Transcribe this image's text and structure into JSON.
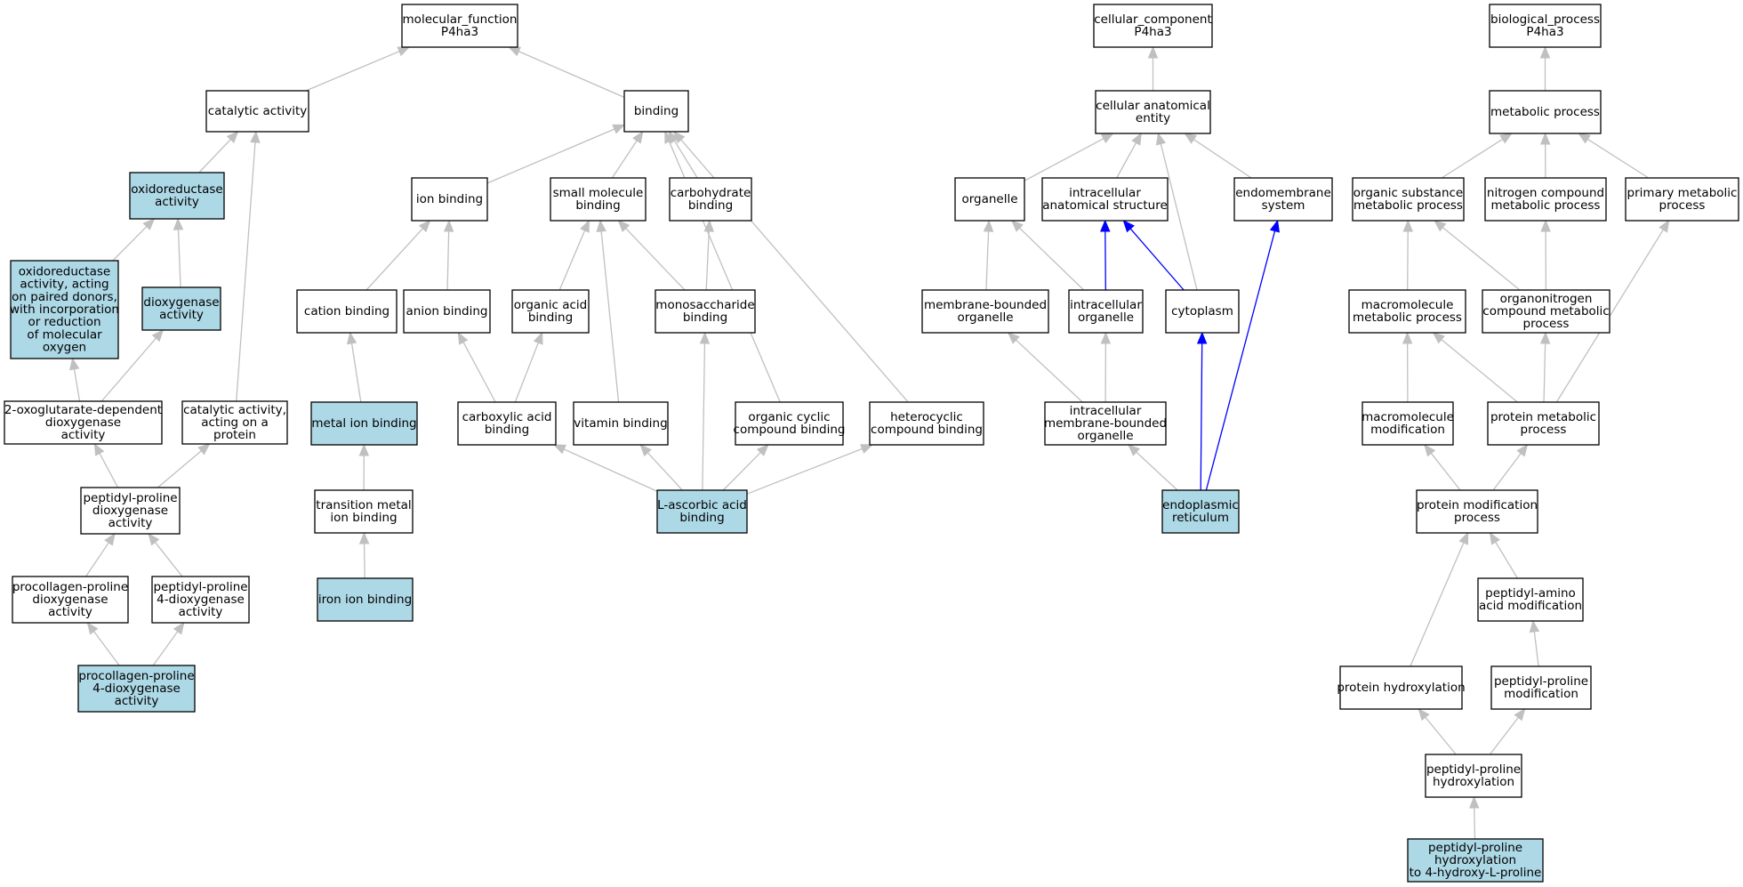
{
  "colors": {
    "plain_fill": "#ffffff",
    "highlight_fill": "#add8e6",
    "edge_gray": "#c0c0c0",
    "edge_blue": "#0000ff"
  },
  "nodes": [
    {
      "id": "mf",
      "lines": [
        "molecular_function",
        "P4ha3"
      ],
      "highlight": false
    },
    {
      "id": "catalytic",
      "lines": [
        "catalytic activity"
      ],
      "highlight": false
    },
    {
      "id": "binding",
      "lines": [
        "binding"
      ],
      "highlight": false
    },
    {
      "id": "oxidoreductase",
      "lines": [
        "oxidoreductase",
        "activity"
      ],
      "highlight": true
    },
    {
      "id": "oxpaired",
      "lines": [
        "oxidoreductase",
        "activity, acting",
        "on paired donors,",
        "with incorporation",
        "or reduction",
        "of molecular",
        "oxygen"
      ],
      "highlight": true
    },
    {
      "id": "dioxygenase",
      "lines": [
        "dioxygenase",
        "activity"
      ],
      "highlight": true
    },
    {
      "id": "oxoglut",
      "lines": [
        "2-oxoglutarate-dependent",
        "dioxygenase",
        "activity"
      ],
      "highlight": false
    },
    {
      "id": "catprotein",
      "lines": [
        "catalytic activity,",
        "acting on a",
        "protein"
      ],
      "highlight": false
    },
    {
      "id": "ppdiox",
      "lines": [
        "peptidyl-proline",
        "dioxygenase",
        "activity"
      ],
      "highlight": false
    },
    {
      "id": "procdiox",
      "lines": [
        "procollagen-proline",
        "dioxygenase",
        "activity"
      ],
      "highlight": false
    },
    {
      "id": "pp4diox",
      "lines": [
        "peptidyl-proline",
        "4-dioxygenase",
        "activity"
      ],
      "highlight": false
    },
    {
      "id": "proc4diox",
      "lines": [
        "procollagen-proline",
        "4-dioxygenase",
        "activity"
      ],
      "highlight": true
    },
    {
      "id": "ionbinding",
      "lines": [
        "ion binding"
      ],
      "highlight": false
    },
    {
      "id": "smallmol",
      "lines": [
        "small molecule",
        "binding"
      ],
      "highlight": false
    },
    {
      "id": "carbohydrate",
      "lines": [
        "carbohydrate",
        "binding"
      ],
      "highlight": false
    },
    {
      "id": "cation",
      "lines": [
        "cation binding"
      ],
      "highlight": false
    },
    {
      "id": "anion",
      "lines": [
        "anion binding"
      ],
      "highlight": false
    },
    {
      "id": "organicacid",
      "lines": [
        "organic acid",
        "binding"
      ],
      "highlight": false
    },
    {
      "id": "monosacch",
      "lines": [
        "monosaccharide",
        "binding"
      ],
      "highlight": false
    },
    {
      "id": "metalion",
      "lines": [
        "metal ion binding"
      ],
      "highlight": true
    },
    {
      "id": "carboxylic",
      "lines": [
        "carboxylic acid",
        "binding"
      ],
      "highlight": false
    },
    {
      "id": "vitamin",
      "lines": [
        "vitamin binding"
      ],
      "highlight": false
    },
    {
      "id": "orgcyclic",
      "lines": [
        "organic cyclic",
        "compound binding"
      ],
      "highlight": false
    },
    {
      "id": "heterocyclic",
      "lines": [
        "heterocyclic",
        "compound binding"
      ],
      "highlight": false
    },
    {
      "id": "transmetal",
      "lines": [
        "transition metal",
        "ion binding"
      ],
      "highlight": false
    },
    {
      "id": "ascorbic",
      "lines": [
        "L-ascorbic acid",
        "binding"
      ],
      "highlight": true
    },
    {
      "id": "ironion",
      "lines": [
        "iron ion binding"
      ],
      "highlight": true
    },
    {
      "id": "cc",
      "lines": [
        "cellular_component",
        "P4ha3"
      ],
      "highlight": false
    },
    {
      "id": "cellanat",
      "lines": [
        "cellular anatomical",
        "entity"
      ],
      "highlight": false
    },
    {
      "id": "organelle",
      "lines": [
        "organelle"
      ],
      "highlight": false
    },
    {
      "id": "intraanat",
      "lines": [
        "intracellular",
        "anatomical structure"
      ],
      "highlight": false
    },
    {
      "id": "endomem",
      "lines": [
        "endomembrane",
        "system"
      ],
      "highlight": false
    },
    {
      "id": "membbound",
      "lines": [
        "membrane-bounded",
        "organelle"
      ],
      "highlight": false
    },
    {
      "id": "intraorg",
      "lines": [
        "intracellular",
        "organelle"
      ],
      "highlight": false
    },
    {
      "id": "cytoplasm",
      "lines": [
        "cytoplasm"
      ],
      "highlight": false
    },
    {
      "id": "intramemb",
      "lines": [
        "intracellular",
        "membrane-bounded",
        "organelle"
      ],
      "highlight": false
    },
    {
      "id": "er",
      "lines": [
        "endoplasmic",
        "reticulum"
      ],
      "highlight": true
    },
    {
      "id": "bp",
      "lines": [
        "biological_process",
        "P4ha3"
      ],
      "highlight": false
    },
    {
      "id": "metabolic",
      "lines": [
        "metabolic process"
      ],
      "highlight": false
    },
    {
      "id": "orgsubst",
      "lines": [
        "organic substance",
        "metabolic process"
      ],
      "highlight": false
    },
    {
      "id": "nitrogen",
      "lines": [
        "nitrogen compound",
        "metabolic process"
      ],
      "highlight": false
    },
    {
      "id": "primary",
      "lines": [
        "primary metabolic",
        "process"
      ],
      "highlight": false
    },
    {
      "id": "macromol",
      "lines": [
        "macromolecule",
        "metabolic process"
      ],
      "highlight": false
    },
    {
      "id": "organonitro",
      "lines": [
        "organonitrogen",
        "compound metabolic",
        "process"
      ],
      "highlight": false
    },
    {
      "id": "macromod",
      "lines": [
        "macromolecule",
        "modification"
      ],
      "highlight": false
    },
    {
      "id": "protmetab",
      "lines": [
        "protein metabolic",
        "process"
      ],
      "highlight": false
    },
    {
      "id": "protmod",
      "lines": [
        "protein modification",
        "process"
      ],
      "highlight": false
    },
    {
      "id": "pepamino",
      "lines": [
        "peptidyl-amino",
        "acid modification"
      ],
      "highlight": false
    },
    {
      "id": "prothydrox",
      "lines": [
        "protein hydroxylation"
      ],
      "highlight": false
    },
    {
      "id": "ppmod",
      "lines": [
        "peptidyl-proline",
        "modification"
      ],
      "highlight": false
    },
    {
      "id": "pphydrox",
      "lines": [
        "peptidyl-proline",
        "hydroxylation"
      ],
      "highlight": false
    },
    {
      "id": "pphydrox4",
      "lines": [
        "peptidyl-proline",
        "hydroxylation",
        "to 4-hydroxy-L-proline"
      ],
      "highlight": true
    }
  ],
  "edges": [
    {
      "from": "catalytic",
      "to": "mf",
      "blue": false
    },
    {
      "from": "binding",
      "to": "mf",
      "blue": false
    },
    {
      "from": "oxidoreductase",
      "to": "catalytic",
      "blue": false
    },
    {
      "from": "catprotein",
      "to": "catalytic",
      "blue": false
    },
    {
      "from": "oxpaired",
      "to": "oxidoreductase",
      "blue": false
    },
    {
      "from": "dioxygenase",
      "to": "oxidoreductase",
      "blue": false
    },
    {
      "from": "oxoglut",
      "to": "oxpaired",
      "blue": false
    },
    {
      "from": "oxoglut",
      "to": "dioxygenase",
      "blue": false
    },
    {
      "from": "ppdiox",
      "to": "oxoglut",
      "blue": false
    },
    {
      "from": "ppdiox",
      "to": "catprotein",
      "blue": false
    },
    {
      "from": "procdiox",
      "to": "ppdiox",
      "blue": false
    },
    {
      "from": "pp4diox",
      "to": "ppdiox",
      "blue": false
    },
    {
      "from": "proc4diox",
      "to": "procdiox",
      "blue": false
    },
    {
      "from": "proc4diox",
      "to": "pp4diox",
      "blue": false
    },
    {
      "from": "ionbinding",
      "to": "binding",
      "blue": false
    },
    {
      "from": "smallmol",
      "to": "binding",
      "blue": false
    },
    {
      "from": "carbohydrate",
      "to": "binding",
      "blue": false
    },
    {
      "from": "orgcyclic",
      "to": "binding",
      "blue": false
    },
    {
      "from": "heterocyclic",
      "to": "binding",
      "blue": false
    },
    {
      "from": "cation",
      "to": "ionbinding",
      "blue": false
    },
    {
      "from": "anion",
      "to": "ionbinding",
      "blue": false
    },
    {
      "from": "organicacid",
      "to": "smallmol",
      "blue": false
    },
    {
      "from": "monosacch",
      "to": "smallmol",
      "blue": false
    },
    {
      "from": "vitamin",
      "to": "smallmol",
      "blue": false
    },
    {
      "from": "monosacch",
      "to": "carbohydrate",
      "blue": false
    },
    {
      "from": "metalion",
      "to": "cation",
      "blue": false
    },
    {
      "from": "carboxylic",
      "to": "anion",
      "blue": false
    },
    {
      "from": "carboxylic",
      "to": "organicacid",
      "blue": false
    },
    {
      "from": "ascorbic",
      "to": "monosacch",
      "blue": false
    },
    {
      "from": "transmetal",
      "to": "metalion",
      "blue": false
    },
    {
      "from": "ascorbic",
      "to": "carboxylic",
      "blue": false
    },
    {
      "from": "ascorbic",
      "to": "vitamin",
      "blue": false
    },
    {
      "from": "ascorbic",
      "to": "orgcyclic",
      "blue": false
    },
    {
      "from": "ascorbic",
      "to": "heterocyclic",
      "blue": false
    },
    {
      "from": "ironion",
      "to": "transmetal",
      "blue": false
    },
    {
      "from": "cellanat",
      "to": "cc",
      "blue": false
    },
    {
      "from": "organelle",
      "to": "cellanat",
      "blue": false
    },
    {
      "from": "intraanat",
      "to": "cellanat",
      "blue": false
    },
    {
      "from": "cytoplasm",
      "to": "cellanat",
      "blue": false
    },
    {
      "from": "endomem",
      "to": "cellanat",
      "blue": false
    },
    {
      "from": "membbound",
      "to": "organelle",
      "blue": false
    },
    {
      "from": "intraorg",
      "to": "organelle",
      "blue": false
    },
    {
      "from": "intraorg",
      "to": "intraanat",
      "blue": true
    },
    {
      "from": "cytoplasm",
      "to": "intraanat",
      "blue": true
    },
    {
      "from": "er",
      "to": "endomem",
      "blue": true
    },
    {
      "from": "intramemb",
      "to": "membbound",
      "blue": false
    },
    {
      "from": "intramemb",
      "to": "intraorg",
      "blue": false
    },
    {
      "from": "er",
      "to": "cytoplasm",
      "blue": true
    },
    {
      "from": "er",
      "to": "intramemb",
      "blue": false
    },
    {
      "from": "metabolic",
      "to": "bp",
      "blue": false
    },
    {
      "from": "orgsubst",
      "to": "metabolic",
      "blue": false
    },
    {
      "from": "nitrogen",
      "to": "metabolic",
      "blue": false
    },
    {
      "from": "primary",
      "to": "metabolic",
      "blue": false
    },
    {
      "from": "macromol",
      "to": "orgsubst",
      "blue": false
    },
    {
      "from": "organonitro",
      "to": "orgsubst",
      "blue": false
    },
    {
      "from": "organonitro",
      "to": "nitrogen",
      "blue": false
    },
    {
      "from": "protmetab",
      "to": "primary",
      "blue": false
    },
    {
      "from": "macromod",
      "to": "macromol",
      "blue": false
    },
    {
      "from": "protmetab",
      "to": "macromol",
      "blue": false
    },
    {
      "from": "protmetab",
      "to": "organonitro",
      "blue": false
    },
    {
      "from": "protmod",
      "to": "macromod",
      "blue": false
    },
    {
      "from": "protmod",
      "to": "protmetab",
      "blue": false
    },
    {
      "from": "prothydrox",
      "to": "protmod",
      "blue": false
    },
    {
      "from": "pepamino",
      "to": "protmod",
      "blue": false
    },
    {
      "from": "ppmod",
      "to": "pepamino",
      "blue": false
    },
    {
      "from": "pphydrox",
      "to": "prothydrox",
      "blue": false
    },
    {
      "from": "pphydrox",
      "to": "ppmod",
      "blue": false
    },
    {
      "from": "pphydrox4",
      "to": "pphydrox",
      "blue": false
    }
  ]
}
